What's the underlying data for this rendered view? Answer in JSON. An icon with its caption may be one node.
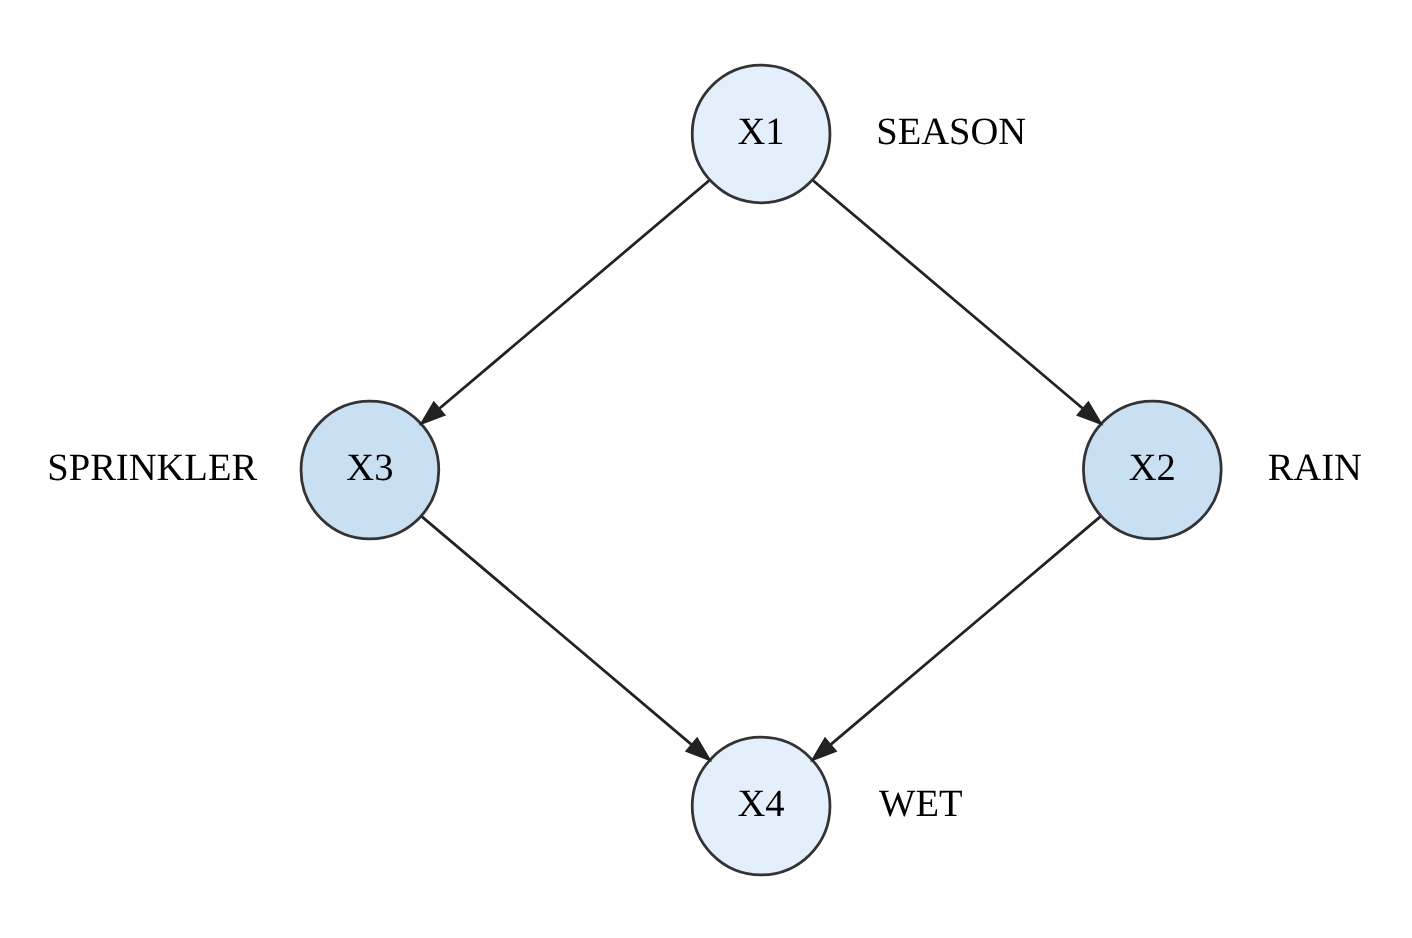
{
  "diagram": {
    "nodes": [
      {
        "text": [
          "X1"
        ],
        "beside": [
          "SEASON"
        ]
      },
      {
        "text": [
          "X3"
        ],
        "beside": [
          "SPRINKLER"
        ]
      },
      {
        "text": [
          "X2"
        ],
        "beside": [
          "RAIN"
        ]
      },
      {
        "text": [
          "X4"
        ],
        "beside": [
          "WET"
        ]
      }
    ],
    "edges": [
      {
        "from": 0,
        "to": 1,
        "arrow": "to"
      },
      {
        "from": 0,
        "to": 2,
        "arrow": "to"
      },
      {
        "from": 1,
        "to": 3,
        "arrow": "to"
      },
      {
        "from": 2,
        "to": 3,
        "arrow": "to"
      }
    ]
  }
}
